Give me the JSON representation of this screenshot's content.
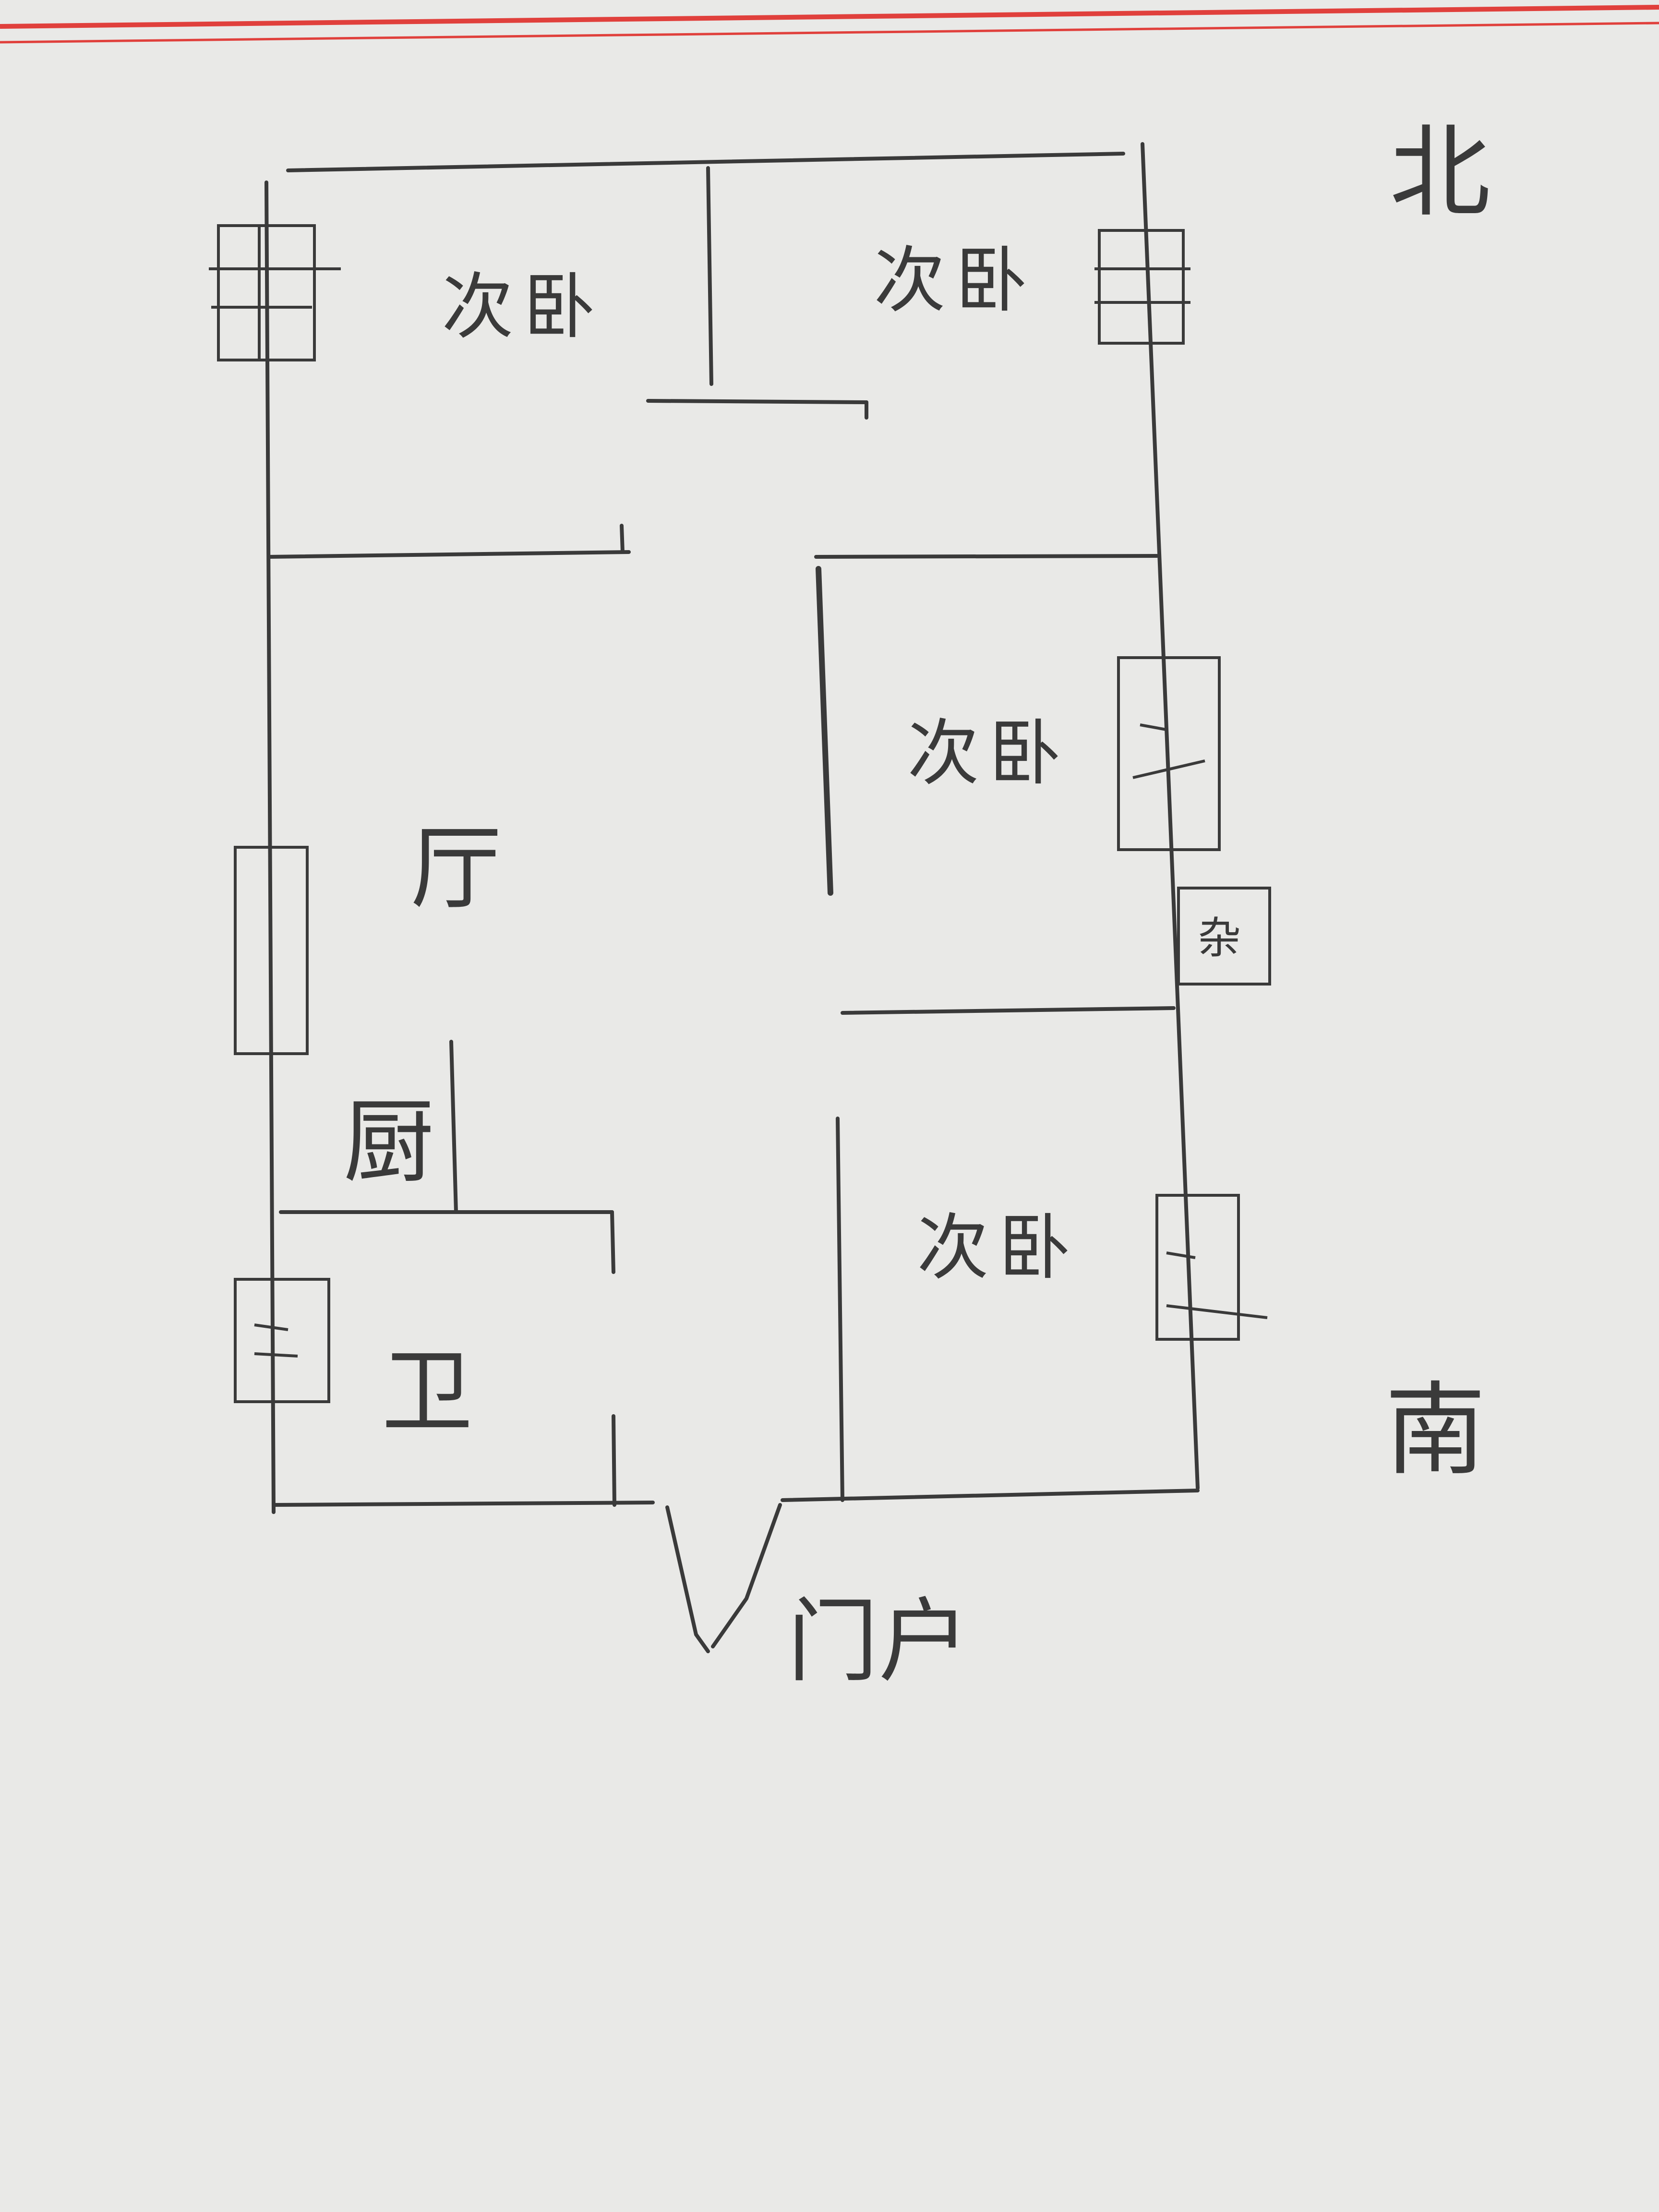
{
  "floorplan": {
    "compass": {
      "north": "北",
      "south": "南"
    },
    "rooms": {
      "bedroom_nw": "次卧",
      "bedroom_ne": "次卧",
      "bedroom_e1": "次卧",
      "bedroom_e2": "次卧",
      "living": "厅",
      "kitchen": "厨",
      "bath": "卫",
      "storage": "杂"
    },
    "entrance": "门户"
  },
  "colors": {
    "ink": "#3a3a3a",
    "paper": "#e9e9e7",
    "red_border": "#e0403c"
  }
}
